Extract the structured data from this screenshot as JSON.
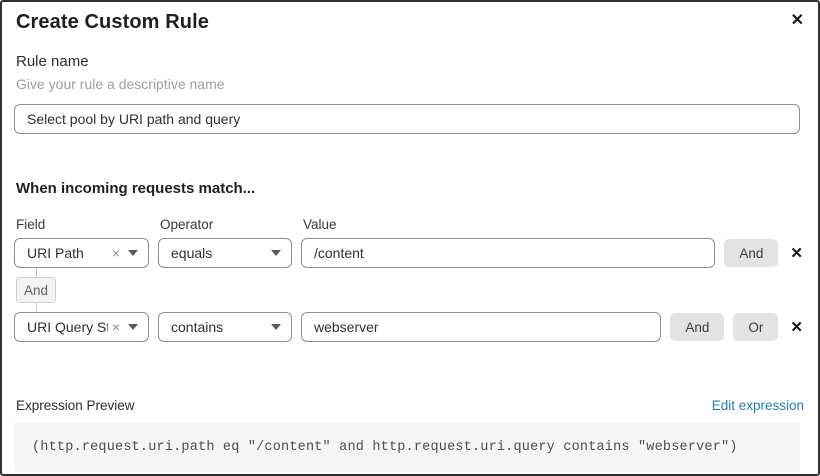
{
  "dialog": {
    "title": "Create Custom Rule"
  },
  "icons": {
    "close": "✕",
    "remove": "×",
    "delete": "✕"
  },
  "rule_name": {
    "label": "Rule name",
    "hint": "Give your rule a descriptive name",
    "value": "Select pool by URI path and query"
  },
  "match": {
    "heading": "When incoming requests match...",
    "columns": {
      "field": "Field",
      "operator": "Operator",
      "value": "Value"
    },
    "connector_label": "And",
    "rows": [
      {
        "field": "URI Path",
        "operator": "equals",
        "value": "/content",
        "and_label": "And"
      },
      {
        "field": "URI Query St...",
        "operator": "contains",
        "value": "webserver",
        "and_label": "And",
        "or_label": "Or"
      }
    ]
  },
  "expression": {
    "label": "Expression Preview",
    "edit_link": "Edit expression",
    "code": "(http.request.uri.path eq \"/content\" and http.request.uri.query contains \"webserver\")"
  },
  "colors": {
    "link_blue": "#2c7cb0",
    "button_gray": "#e3e3e3",
    "code_background": "#f5f5f5",
    "input_border": "#8e8e8e",
    "dialog_border": "#313131"
  }
}
